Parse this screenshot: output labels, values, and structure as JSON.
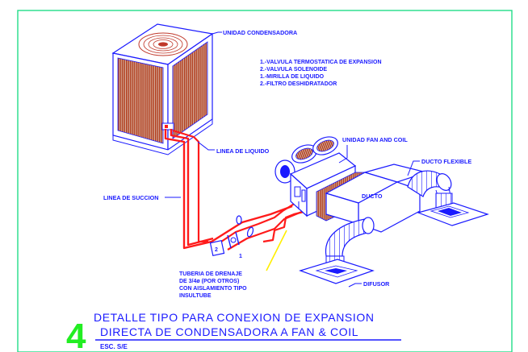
{
  "labels": {
    "condensing_unit": "UNIDAD CONDENSADORA",
    "notes": [
      "1.-VALVULA TERMOSTATICA DE EXPANSION",
      "2.-VALVULA SOLENOIDE",
      "1.-MIRILLA DE LIQUIDO",
      "2.-FILTRO DESHIDRATADOR"
    ],
    "liquid_line": "LINEA DE LIQUIDO",
    "fan_coil_unit": "UNIDAD FAN AND COIL",
    "flexible_duct": "DUCTO FLEXIBLE",
    "suction_line": "LINEA DE SUCCION",
    "duct": "DUCTO",
    "diffuser": "DIFUSOR",
    "drain": [
      "TUBERIA DE DRENAJE",
      "DE 3/4ø (POR OTROS)",
      "CON AISLAMIENTO TIPO",
      "INSULTUBE"
    ],
    "valve_2": "2",
    "valve_1": "1"
  },
  "title_block": {
    "number": "4",
    "line1": "DETALLE TIPO PARA CONEXION DE EXPANSION",
    "line2": "DIRECTA DE CONDENSADORA A FAN & COIL",
    "scale": "ESC. S/E"
  },
  "colors": {
    "border": "#22dd88",
    "annotation": "#1a1aff",
    "refrigerant_pipe": "#ff1a1a",
    "drain_pipe": "#ffee00",
    "coil": "#b03a1a",
    "number": "#22ee22"
  }
}
